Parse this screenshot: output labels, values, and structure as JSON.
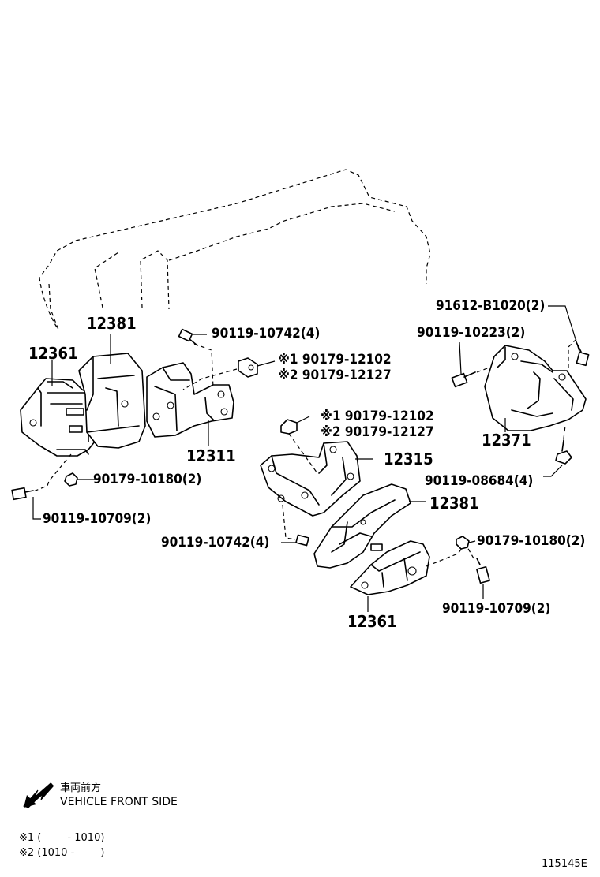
{
  "labels": {
    "p12381_left": "12381",
    "p12361_left": "12361",
    "p12311": "12311",
    "b90119_10742_top": "90119-10742(4)",
    "n90179_12102_top": "※1 90179-12102",
    "n90179_12127_top": "※2 90179-12127",
    "n90179_10180_left": "90179-10180(2)",
    "b90119_10709_left": "90119-10709(2)",
    "n91612_b1020": "91612-B1020(2)",
    "b90119_10223": "90119-10223(2)",
    "p12371": "12371",
    "b90119_08684": "90119-08684(4)",
    "n90179_12102_mid": "※1 90179-12102",
    "n90179_12127_mid": "※2 90179-12127",
    "p12315": "12315",
    "p12381_right": "12381",
    "b90119_10742_mid": "90119-10742(4)",
    "n90179_10180_right": "90179-10180(2)",
    "b90119_10709_right": "90119-10709(2)",
    "p12361_right": "12361"
  },
  "legend": {
    "jp": "車両前方",
    "en": "VEHICLE FRONT SIDE",
    "note1": "※1 (        - 1010)",
    "note2": "※2 (1010 -        )"
  },
  "figure_code": "115145E",
  "icons": [
    "front-direction-arrow-icon"
  ]
}
